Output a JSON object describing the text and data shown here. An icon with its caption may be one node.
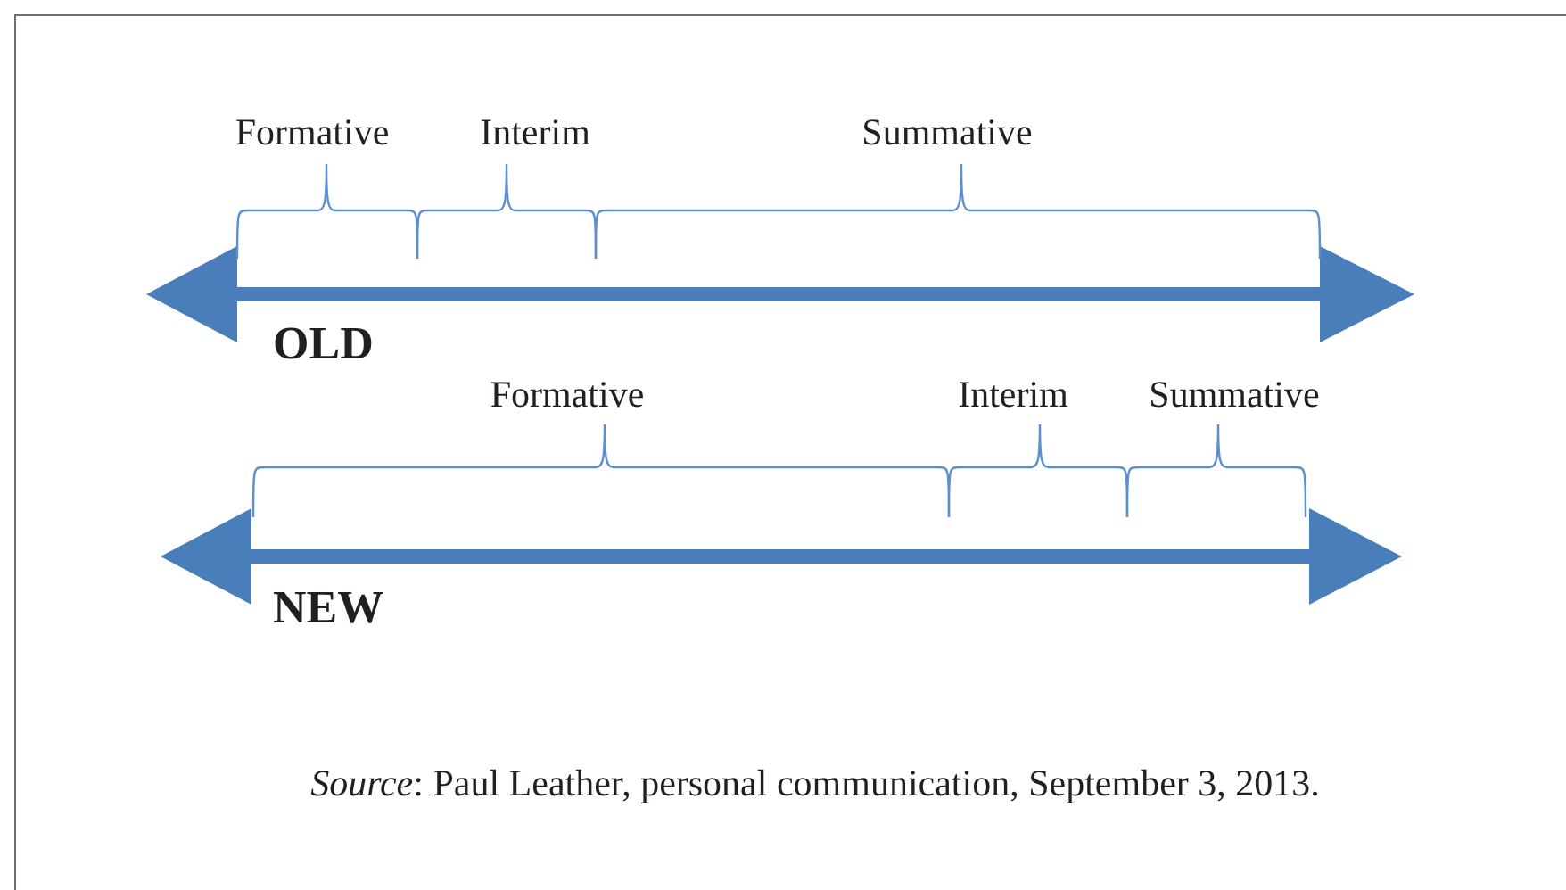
{
  "diagram": {
    "caption": "*Source*: Paul Leather, personal communication, September 3, 2013.",
    "labels": [
      "Formative",
      "Interim",
      "Summative",
      "OLD",
      "Formative",
      "Interim",
      "Summative",
      "NEW"
    ]
  }
}
